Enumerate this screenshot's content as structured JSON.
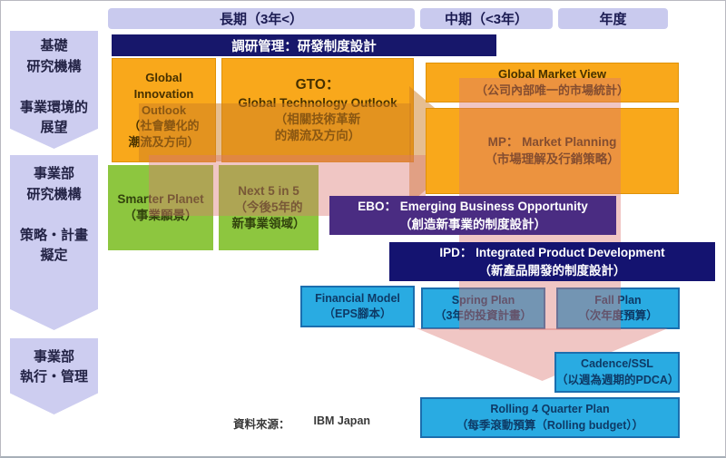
{
  "headers": {
    "long_term": "長期（3年<）",
    "mid_term": "中期（<3年）",
    "annual": "年度"
  },
  "left_column": {
    "basic_research": [
      "基礎",
      "研究機構",
      "",
      "事業環境的",
      "展望"
    ],
    "division_research": [
      "事業部",
      "研究機構",
      "",
      "策略・計畫",
      "擬定"
    ],
    "division_exec": [
      "事業部",
      "執行・管理"
    ]
  },
  "title_bar": "調研管理：研發制度設計",
  "boxes": {
    "gio": [
      "Global",
      "Innovation",
      "Outlook",
      "（社會變化的",
      "潮流及方向）"
    ],
    "gto_title": "GTO：",
    "gto_lines": [
      "Global Technology Outlook",
      "（相關技術革新",
      "的潮流及方向）"
    ],
    "gmv": [
      "Global Market View",
      "（公司內部唯一的市場統計）"
    ],
    "mp": [
      "MP： Market Planning",
      "（市場理解及行銷策略）"
    ],
    "smarter_planet": [
      "Smarter Planet",
      "（事業願景）"
    ],
    "next5": [
      "Next 5 in 5",
      "（今後5年的",
      "新事業領域）"
    ],
    "ebo": [
      "EBO： Emerging Business Opportunity",
      "（創造新事業的制度設計）"
    ],
    "ipd": [
      "IPD： Integrated Product Development",
      "（新產品開發的制度設計）"
    ],
    "financial_model": [
      "Financial Model",
      "（EPS腳本）"
    ],
    "spring_plan": [
      "Spring Plan",
      "（3年的投資計畫）"
    ],
    "fall_plan": [
      "Fall Plan",
      "（次年度預算）"
    ],
    "cadence": [
      "Cadence/SSL",
      "（以週為週期的PDCA）"
    ],
    "rolling": [
      "Rolling 4 Quarter Plan",
      "（每季滾動預算（Rolling budget））"
    ]
  },
  "source": {
    "label": "資料來源：",
    "value": "IBM Japan"
  },
  "colors": {
    "orange_box": "#f9a81b",
    "green_box": "#8dc63f",
    "navy_bar": "#17176b",
    "ebo_purple": "#4a2c82",
    "ipd_navy": "#141370",
    "blue_box": "#29abe2",
    "lavender": "#c9caee",
    "orange_arrow": "rgba(205,125,35,0.5)",
    "pink_arrow": "rgba(220,120,115,0.42)"
  }
}
